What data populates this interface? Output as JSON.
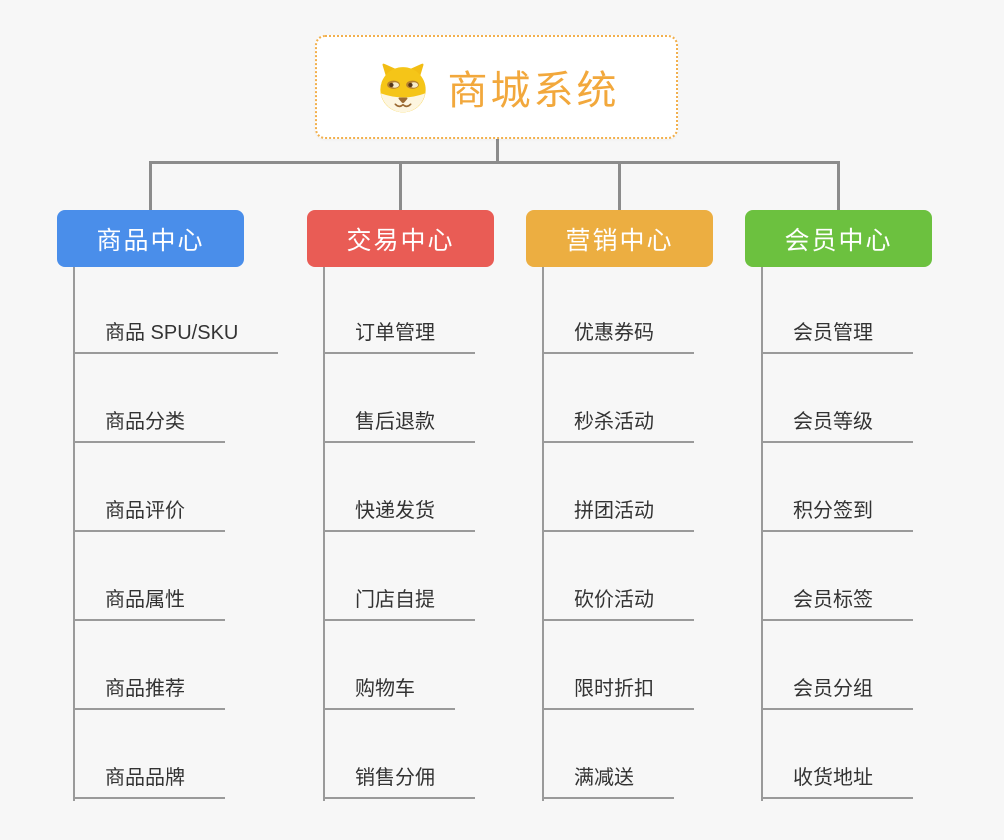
{
  "canvas": {
    "background": "#f7f7f7",
    "connector_color": "#8c8c8c",
    "underline_color": "#9a9a9a",
    "child_text_color": "#333333"
  },
  "root": {
    "label": "商城系统",
    "icon": "doge-face-icon",
    "text_color": "#f2a83c",
    "border_color": "#f2b04d",
    "background": "#ffffff"
  },
  "branches": [
    {
      "label": "商品中心",
      "color": "#4a8eea",
      "children": [
        "商品 SPU/SKU",
        "商品分类",
        "商品评价",
        "商品属性",
        "商品推荐",
        "商品品牌"
      ]
    },
    {
      "label": "交易中心",
      "color": "#e95c55",
      "children": [
        "订单管理",
        "售后退款",
        "快递发货",
        "门店自提",
        "购物车",
        "销售分佣"
      ]
    },
    {
      "label": "营销中心",
      "color": "#ecae41",
      "children": [
        "优惠券码",
        "秒杀活动",
        "拼团活动",
        "砍价活动",
        "限时折扣",
        "满减送"
      ]
    },
    {
      "label": "会员中心",
      "color": "#6cc13f",
      "children": [
        "会员管理",
        "会员等级",
        "积分签到",
        "会员标签",
        "会员分组",
        "收货地址"
      ]
    }
  ]
}
